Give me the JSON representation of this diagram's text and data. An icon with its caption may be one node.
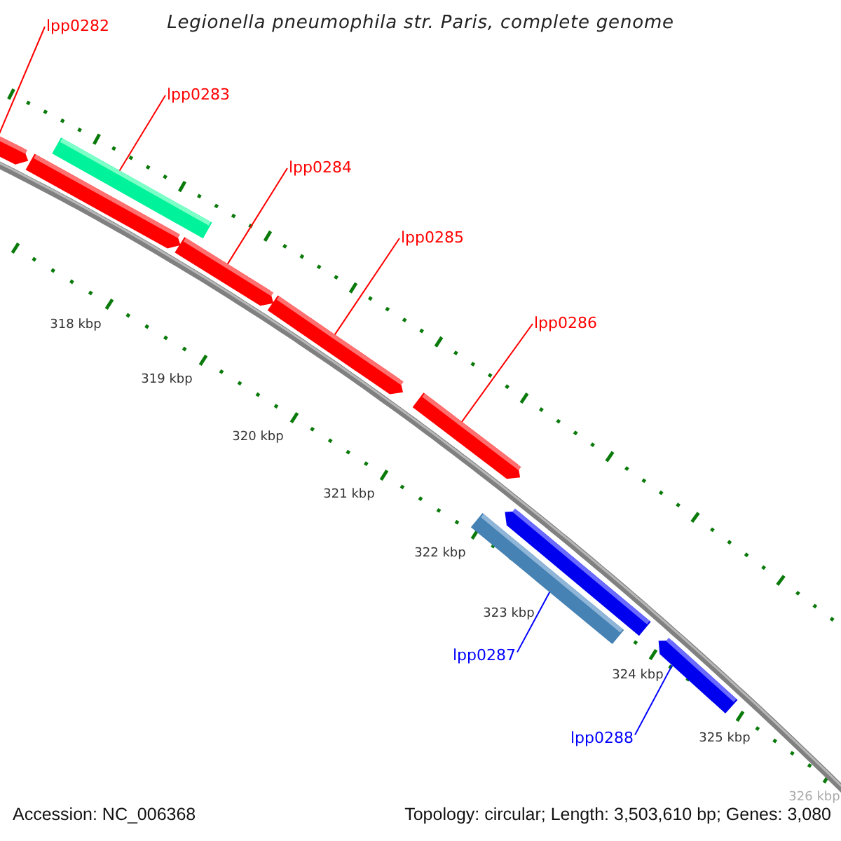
{
  "diagram": {
    "title": "Legionella pneumophila str. Paris, complete genome",
    "nodes": [
      {
        "text": [
          "lpp0282"
        ]
      },
      {
        "text": [
          "lpp0283"
        ]
      },
      {
        "text": [
          "lpp0284"
        ]
      },
      {
        "text": [
          "lpp0285"
        ]
      },
      {
        "text": [
          "lpp0286"
        ]
      },
      {
        "text": [
          "lpp0287"
        ]
      },
      {
        "text": [
          "lpp0288"
        ]
      },
      {
        "text": [],
        "shape": "pentagon"
      },
      {
        "text": [],
        "shape": "bar"
      },
      {
        "text": [],
        "shape": "pentagon"
      },
      {
        "text": [],
        "shape": "pentagon"
      },
      {
        "text": [],
        "shape": "pentagon"
      },
      {
        "text": [],
        "shape": "pentagon"
      },
      {
        "text": [],
        "shape": "pentagon"
      },
      {
        "text": [],
        "shape": "bar"
      },
      {
        "text": [],
        "shape": "pentagon"
      }
    ],
    "edges": [
      {
        "from": 0,
        "to": 7,
        "arrow": "none"
      },
      {
        "from": 1,
        "to": 8,
        "arrow": "none"
      },
      {
        "from": 2,
        "to": 10,
        "arrow": "none"
      },
      {
        "from": 3,
        "to": 11,
        "arrow": "none"
      },
      {
        "from": 4,
        "to": 12,
        "arrow": "none"
      },
      {
        "from": 5,
        "to": 14,
        "arrow": "none",
        "color": "#0000ff"
      },
      {
        "from": 6,
        "to": 15,
        "arrow": "none",
        "color": "#0000ff"
      }
    ],
    "labels": [
      "318 kbp",
      "319 kbp",
      "320 kbp",
      "321 kbp",
      "322 kbp",
      "323 kbp",
      "324 kbp",
      "325 kbp",
      "326 kbp",
      "Accession: NC_006368",
      "Topology: circular; Length: 3,503,610 bp; Genes: 3,080"
    ]
  }
}
